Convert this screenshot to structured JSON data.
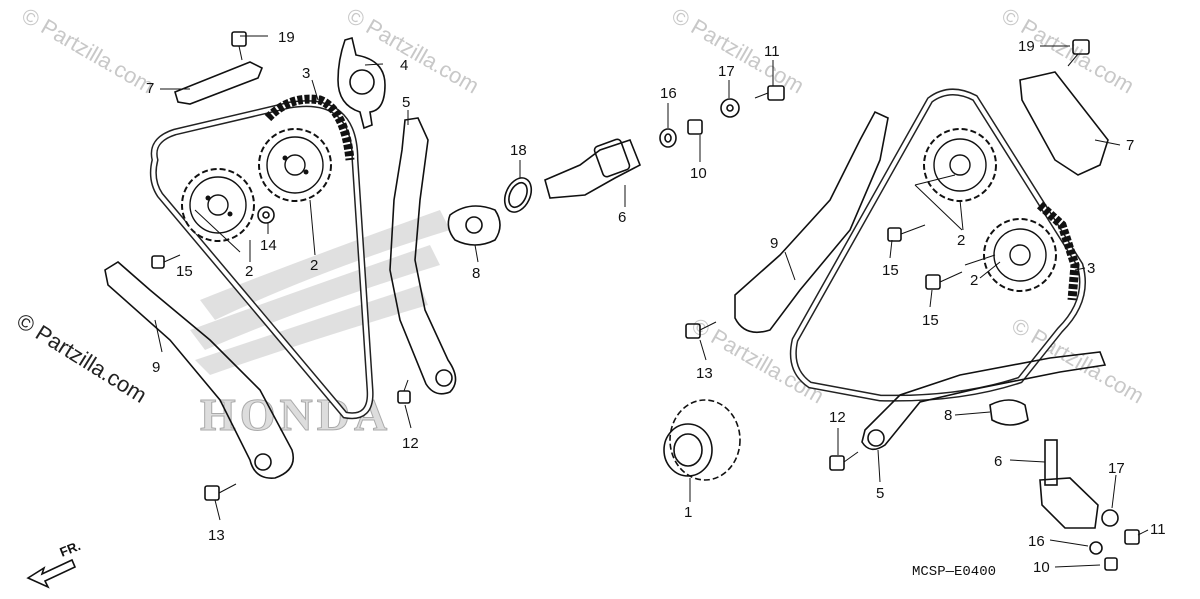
{
  "watermarks": {
    "site": "© Partzilla.com",
    "brand": "HONDA"
  },
  "diagram_code": "MCSP—E0400",
  "direction_arrow": "FR.",
  "callouts": [
    {
      "id": "c19a",
      "text": "19"
    },
    {
      "id": "c7a",
      "text": "7"
    },
    {
      "id": "c3a",
      "text": "3"
    },
    {
      "id": "c4a",
      "text": "4"
    },
    {
      "id": "c5a",
      "text": "5"
    },
    {
      "id": "c2a",
      "text": "2"
    },
    {
      "id": "c2b",
      "text": "2"
    },
    {
      "id": "c14a",
      "text": "14"
    },
    {
      "id": "c15a",
      "text": "15"
    },
    {
      "id": "c9a",
      "text": "9"
    },
    {
      "id": "c13a",
      "text": "13"
    },
    {
      "id": "c12a",
      "text": "12"
    },
    {
      "id": "c8a",
      "text": "8"
    },
    {
      "id": "c18a",
      "text": "18"
    },
    {
      "id": "c16a",
      "text": "16"
    },
    {
      "id": "c17a",
      "text": "17"
    },
    {
      "id": "c11a",
      "text": "11"
    },
    {
      "id": "c10a",
      "text": "10"
    },
    {
      "id": "c6a",
      "text": "6"
    },
    {
      "id": "c1a",
      "text": "1"
    },
    {
      "id": "c13b",
      "text": "13"
    },
    {
      "id": "c9b",
      "text": "9"
    },
    {
      "id": "c19b",
      "text": "19"
    },
    {
      "id": "c7b",
      "text": "7"
    },
    {
      "id": "c2c",
      "text": "2"
    },
    {
      "id": "c2d",
      "text": "2"
    },
    {
      "id": "c15b",
      "text": "15"
    },
    {
      "id": "c15c",
      "text": "15"
    },
    {
      "id": "c3b",
      "text": "3"
    },
    {
      "id": "c8b",
      "text": "8"
    },
    {
      "id": "c12b",
      "text": "12"
    },
    {
      "id": "c5b",
      "text": "5"
    },
    {
      "id": "c6b",
      "text": "6"
    },
    {
      "id": "c17b",
      "text": "17"
    },
    {
      "id": "c11b",
      "text": "11"
    },
    {
      "id": "c16b",
      "text": "16"
    },
    {
      "id": "c10b",
      "text": "10"
    }
  ]
}
